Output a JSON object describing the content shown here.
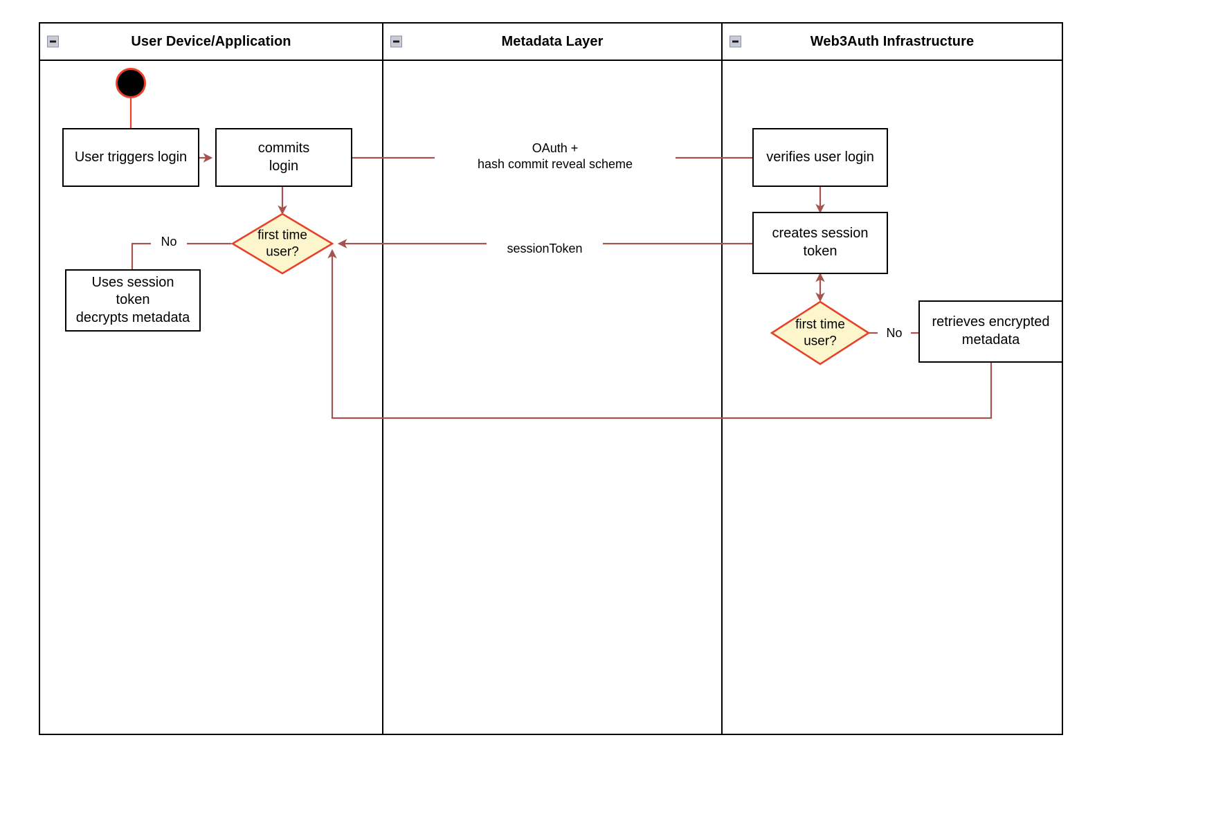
{
  "diagram": {
    "type": "swimlane-activity-diagram",
    "accent_colors": {
      "connector": "#a65350",
      "decision_border": "#e8412a",
      "decision_fill": "#fdf6cd",
      "node_border": "#000000",
      "start_node_fill": "#000000",
      "start_node_border": "#e8412a",
      "lane_border": "#000000",
      "collapse_icon_fill": "#c9ccd6"
    }
  },
  "lanes": [
    {
      "title": "User Device/Application",
      "collapse_icon": "minus-icon"
    },
    {
      "title": "Metadata Layer",
      "collapse_icon": "minus-icon"
    },
    {
      "title": "Web3Auth Infrastructure",
      "collapse_icon": "minus-icon"
    }
  ],
  "nodes": {
    "start": {
      "kind": "initial-node",
      "label": ""
    },
    "user_triggers_login": {
      "label": "User triggers login"
    },
    "commits_login": {
      "label": "commits\nlogin"
    },
    "decision_left": {
      "label": "first time\nuser?"
    },
    "uses_session_token": {
      "label": "Uses session\ntoken\ndecrypts metadata"
    },
    "verifies_user_login": {
      "label": "verifies user login"
    },
    "creates_session_token": {
      "label": "creates session\ntoken"
    },
    "decision_right": {
      "label": "first time\nuser?"
    },
    "retrieves_encrypted_metadata": {
      "label": "retrieves encrypted\nmetadata"
    }
  },
  "edge_labels": {
    "oauth": "OAuth +\nhash commit reveal scheme",
    "session_token": "sessionToken",
    "no_left": "No",
    "no_right": "No"
  }
}
